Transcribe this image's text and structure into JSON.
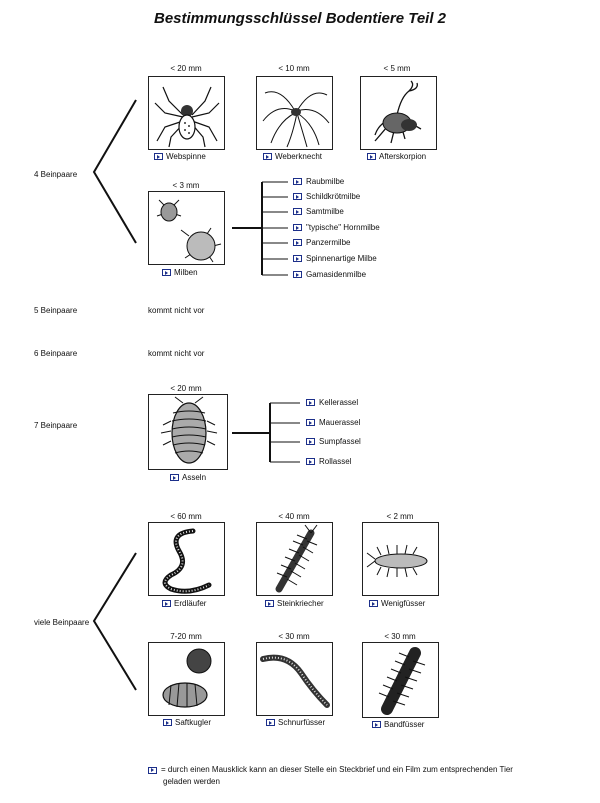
{
  "title": "Bestimmungsschlüssel Bodentiere Teil 2",
  "group4": {
    "label": "4 Beinpaare",
    "animals": [
      {
        "size": "< 20 mm",
        "name": "Webspinne",
        "icon": "spider-icon"
      },
      {
        "size": "< 10 mm",
        "name": "Weberknecht",
        "icon": "harvestman-icon"
      },
      {
        "size": "< 5 mm",
        "name": "Afterskorpion",
        "icon": "pseudoscorpion-icon"
      }
    ],
    "mites": {
      "size": "< 3 mm",
      "name": "Milben",
      "icon": "mite-icon",
      "subtypes": [
        "Raubmilbe",
        "Schildkrötmilbe",
        "Samtmilbe",
        "\"typische\" Hornmilbe",
        "Panzermilbe",
        "Spinnenartige Milbe",
        "Gamasidenmilbe"
      ]
    }
  },
  "group5": {
    "label": "5 Beinpaare",
    "text": "kommt nicht vor"
  },
  "group6": {
    "label": "6 Beinpaare",
    "text": "kommt nicht vor"
  },
  "group7": {
    "label": "7 Beinpaare",
    "size": "< 20 mm",
    "name": "Asseln",
    "icon": "woodlouse-icon",
    "subtypes": [
      "Kellerassel",
      "Mauerassel",
      "Sumpfassel",
      "Rollassel"
    ]
  },
  "groupMany": {
    "label": "viele Beinpaare",
    "animals": [
      {
        "size": "< 60 mm",
        "name": "Erdläufer",
        "icon": "geophilomorph-icon"
      },
      {
        "size": "< 40 mm",
        "name": "Steinkriecher",
        "icon": "lithobius-icon"
      },
      {
        "size": "< 2 mm",
        "name": "Wenigfüsser",
        "icon": "pauropod-icon"
      },
      {
        "size": "7-20 mm",
        "name": "Saftkugler",
        "icon": "pill-millipede-icon"
      },
      {
        "size": "< 30 mm",
        "name": "Schnurfüsser",
        "icon": "julid-icon"
      },
      {
        "size": "< 30 mm",
        "name": "Bandfüsser",
        "icon": "polydesmid-icon"
      }
    ]
  },
  "footnote": {
    "line1": "= durch einen Mausklick kann an dieser Stelle ein Steckbrief und ein Film zum entsprechenden Tier",
    "line2": "geladen werden"
  },
  "colors": {
    "link_icon": "#1c2f8a",
    "line": "#111111"
  }
}
